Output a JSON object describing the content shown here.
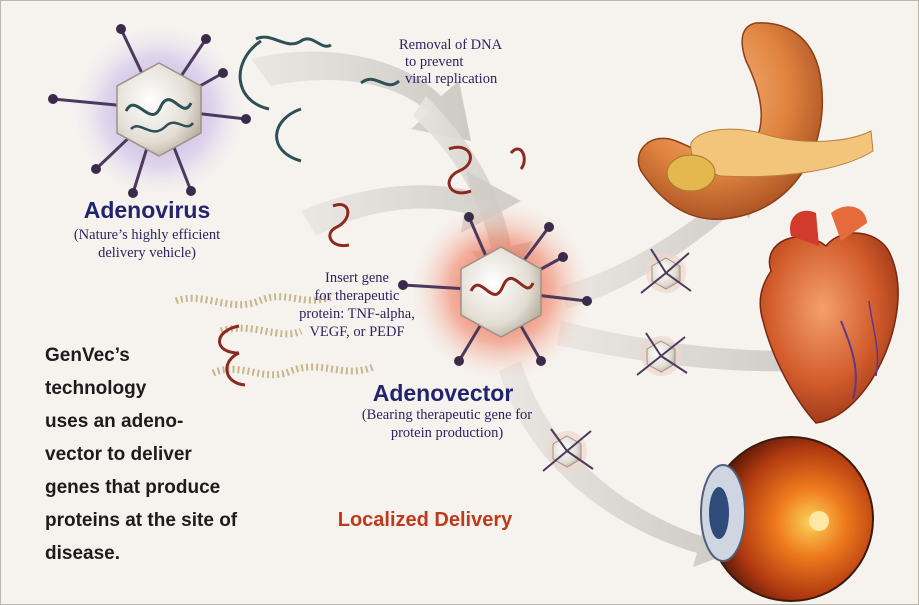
{
  "adenovirus": {
    "title": "Adenovirus",
    "subtitle_lines": [
      "(Nature’s highly efficient",
      "delivery vehicle)"
    ]
  },
  "removal": {
    "lines": [
      "Removal of DNA",
      "to prevent",
      "viral replication"
    ]
  },
  "insert_gene": {
    "lines": [
      "Insert gene",
      "for therapeutic",
      "protein: TNF-alpha,",
      "VEGF, or PEDF"
    ]
  },
  "adenovector": {
    "title": "Adenovector",
    "subtitle_lines": [
      "(Bearing therapeutic gene for",
      "protein production)"
    ]
  },
  "delivery": {
    "title": "Localized Delivery"
  },
  "genvec": {
    "lines": [
      "GenVec’s",
      "technology",
      "uses an adeno-",
      "vector to deliver",
      "genes that produce",
      "proteins at the site of",
      "disease."
    ]
  },
  "colors": {
    "background": "#f6f3ef",
    "heading_blue": "#23236e",
    "localized_red": "#c0391b",
    "arrow_gray": "#d9d6d1",
    "dna_dark_teal": "#2c4f58",
    "dna_red_brown": "#8b2a20",
    "organ_orange": "#e58a45"
  },
  "icons": [
    "adenovirus-particle",
    "adenovector-particle",
    "dna-strand",
    "gene-strand",
    "stomach",
    "heart",
    "eye"
  ]
}
